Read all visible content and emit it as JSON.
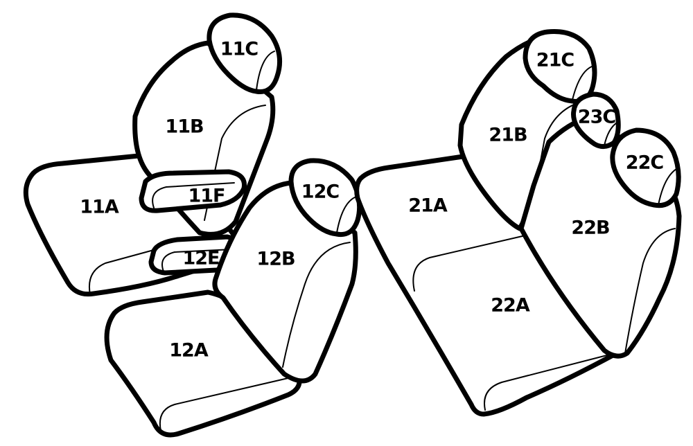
{
  "labels": {
    "p11A": "11A",
    "p11B": "11B",
    "p11C": "11C",
    "p11F": "11F",
    "p12A": "12A",
    "p12B": "12B",
    "p12C": "12C",
    "p12E": "12E",
    "p21A": "21A",
    "p21B": "21B",
    "p21C": "21C",
    "p22A": "22A",
    "p22B": "22B",
    "p22C": "22C",
    "p23C": "23C"
  },
  "colors": {
    "line": "#000000",
    "fill": "#ffffff"
  }
}
